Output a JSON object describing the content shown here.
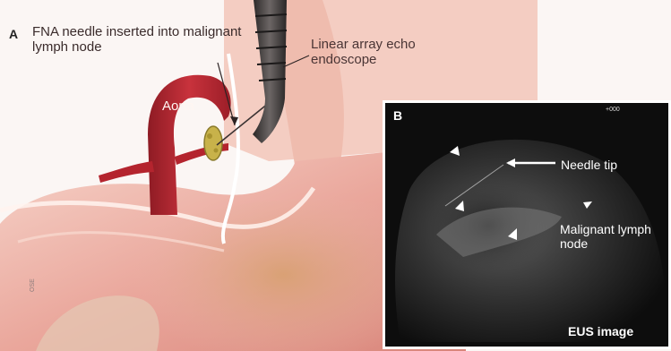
{
  "panel_a": {
    "letter": "A",
    "fna_label": "FNA needle inserted into malignant lymph node",
    "endoscope_label": "Linear array echo endoscope",
    "aorta_label": "Aorta",
    "vertical_note": "OSE"
  },
  "panel_b": {
    "letter": "B",
    "scale_text": "+000",
    "needle_tip_label": "Needle tip",
    "lymph_node_label": "Malignant lymph node",
    "image_caption": "EUS image"
  },
  "colors": {
    "tissue_pink": "#e9a39a",
    "aorta_red": "#b4242e",
    "stomach_wall": "#f3c4b8",
    "lymph_node_yellow": "#c8b24a",
    "endoscope_dark": "#3e3a39",
    "eus_background": "#0d0d0d"
  }
}
